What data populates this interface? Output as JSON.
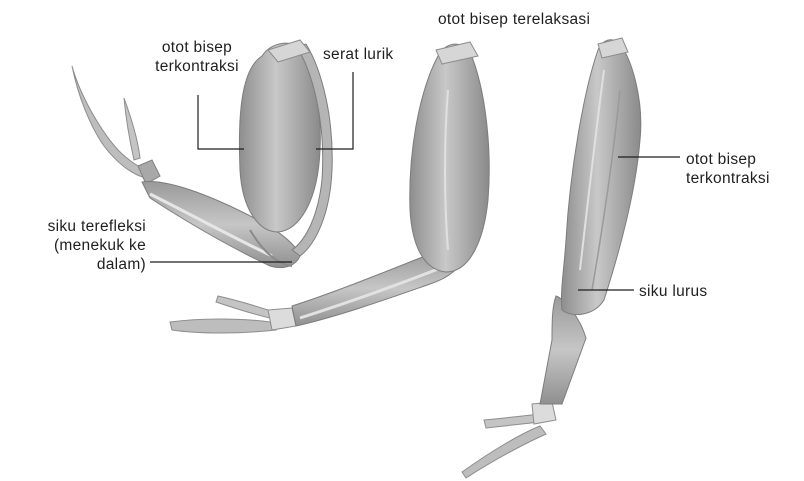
{
  "labels": {
    "bicep_contracted_top": {
      "line1": "otot bisep",
      "line2": "terkontraksi"
    },
    "striated_fiber": "serat lurik",
    "bicep_relaxed": "otot bisep terelaksasi",
    "bicep_contracted_right": {
      "line1": "otot bisep",
      "line2": "terkontraksi"
    },
    "elbow_flexed": {
      "line1": "siku terefleksi",
      "line2": "(menekuk ke",
      "line3": "dalam)"
    },
    "elbow_straight": "siku lurus"
  },
  "colors": {
    "muscle_light": "#c9c9c9",
    "muscle_mid": "#a9a9a9",
    "muscle_dark": "#7f7f7f",
    "leader_line": "#1f1f1f",
    "text": "#1f1f1f"
  }
}
